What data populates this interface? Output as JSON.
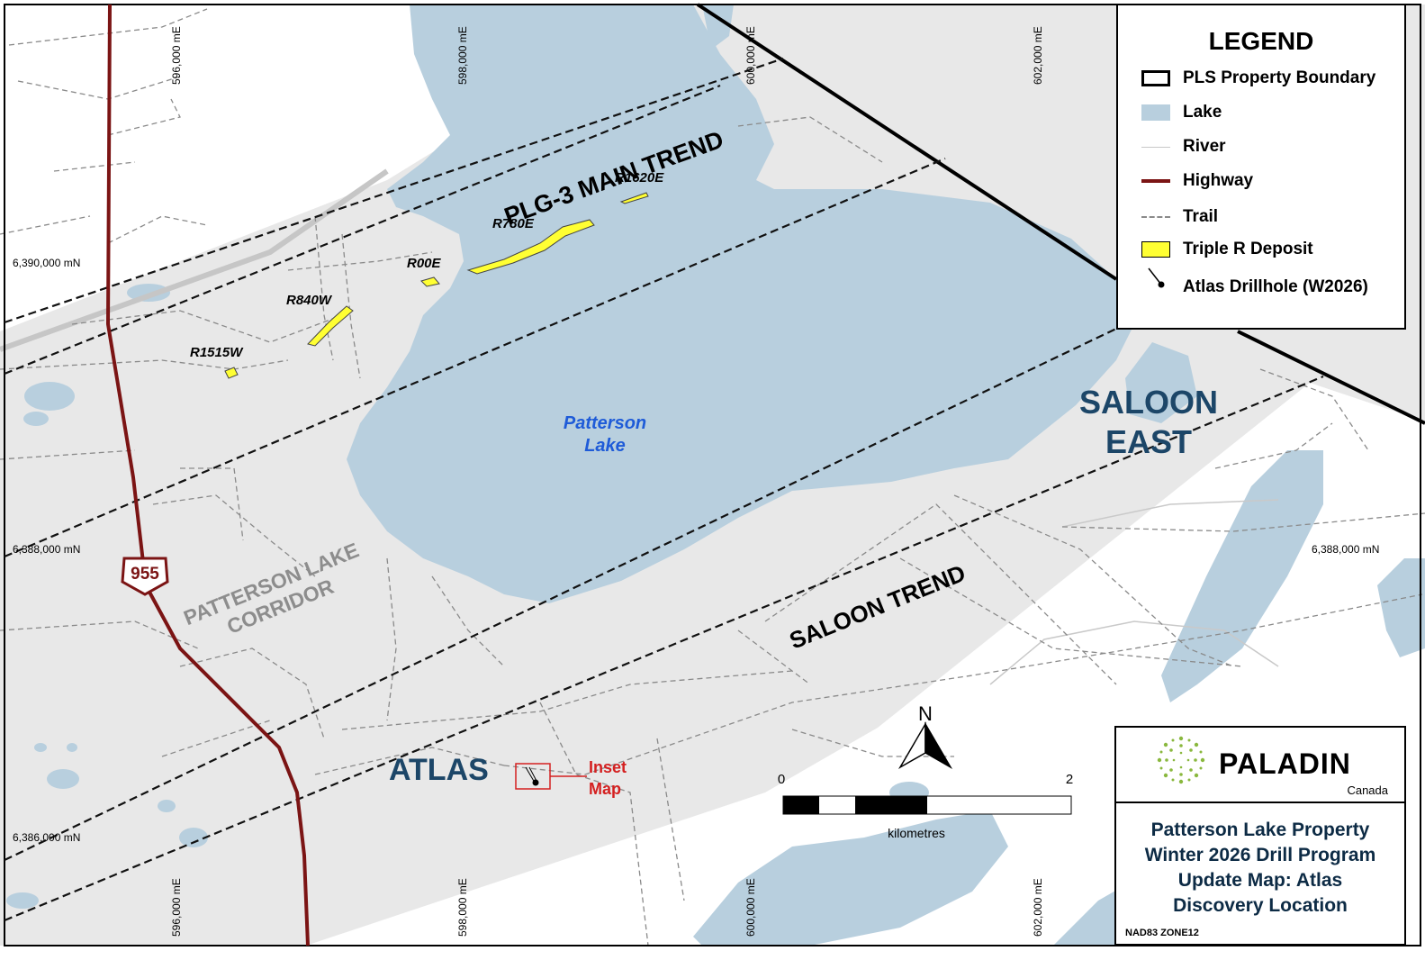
{
  "legend": {
    "title": "LEGEND",
    "items": [
      {
        "key": "boundary",
        "label": "PLS Property Boundary"
      },
      {
        "key": "lake",
        "label": "Lake"
      },
      {
        "key": "river",
        "label": "River"
      },
      {
        "key": "highway",
        "label": "Highway"
      },
      {
        "key": "trail",
        "label": "Trail"
      },
      {
        "key": "deposit",
        "label": "Triple R Deposit"
      },
      {
        "key": "drillhole",
        "label": "Atlas Drillhole (W2026)"
      }
    ]
  },
  "colors": {
    "lake": "#b8cfde",
    "property": "#e8e8e8",
    "highway": "#7b1414",
    "deposit": "#ffff33",
    "trail": "#8a8a8a",
    "region_label": "#1c4668",
    "corridor_label": "#8d8d8d",
    "lake_label": "#1e5bd8",
    "inset_red": "#d42020",
    "logo_green": "#8ab83e"
  },
  "grid_labels": {
    "easting_top": [
      "596,000 mE",
      "598,000 mE",
      "600,000 mE",
      "602,000 mE"
    ],
    "easting_bottom": [
      "596,000 mE",
      "598,000 mE",
      "600,000 mE",
      "602,000 mE"
    ],
    "northing_left": [
      "6,390,000 mN",
      "6,388,000 mN",
      "6,386,000 mN"
    ],
    "northing_right": [
      "6,388,000 mN"
    ]
  },
  "map_labels": {
    "plg3_trend": "PLG-3  MAIN TREND",
    "patterson_lake_line1": "Patterson",
    "patterson_lake_line2": "Lake",
    "saloon_east_line1": "SALOON",
    "saloon_east_line2": "EAST",
    "saloon_trend": "SALOON TREND",
    "corridor_line1": "PATTERSON LAKE",
    "corridor_line2": "CORRIDOR",
    "atlas": "ATLAS",
    "inset_line1": "Inset",
    "inset_line2": "Map",
    "highway_shield": "955"
  },
  "deposits": [
    "R1620E",
    "R780E",
    "R00E",
    "R840W",
    "R1515W"
  ],
  "scalebar": {
    "start": "0",
    "end": "2",
    "unit": "kilometres"
  },
  "north_arrow": "N",
  "logo": {
    "name": "PALADIN",
    "sub": "Canada"
  },
  "map_title": [
    "Patterson Lake Property",
    "Winter 2026 Drill Program",
    "Update Map: Atlas",
    "Discovery Location"
  ],
  "datum": "NAD83 ZONE12"
}
